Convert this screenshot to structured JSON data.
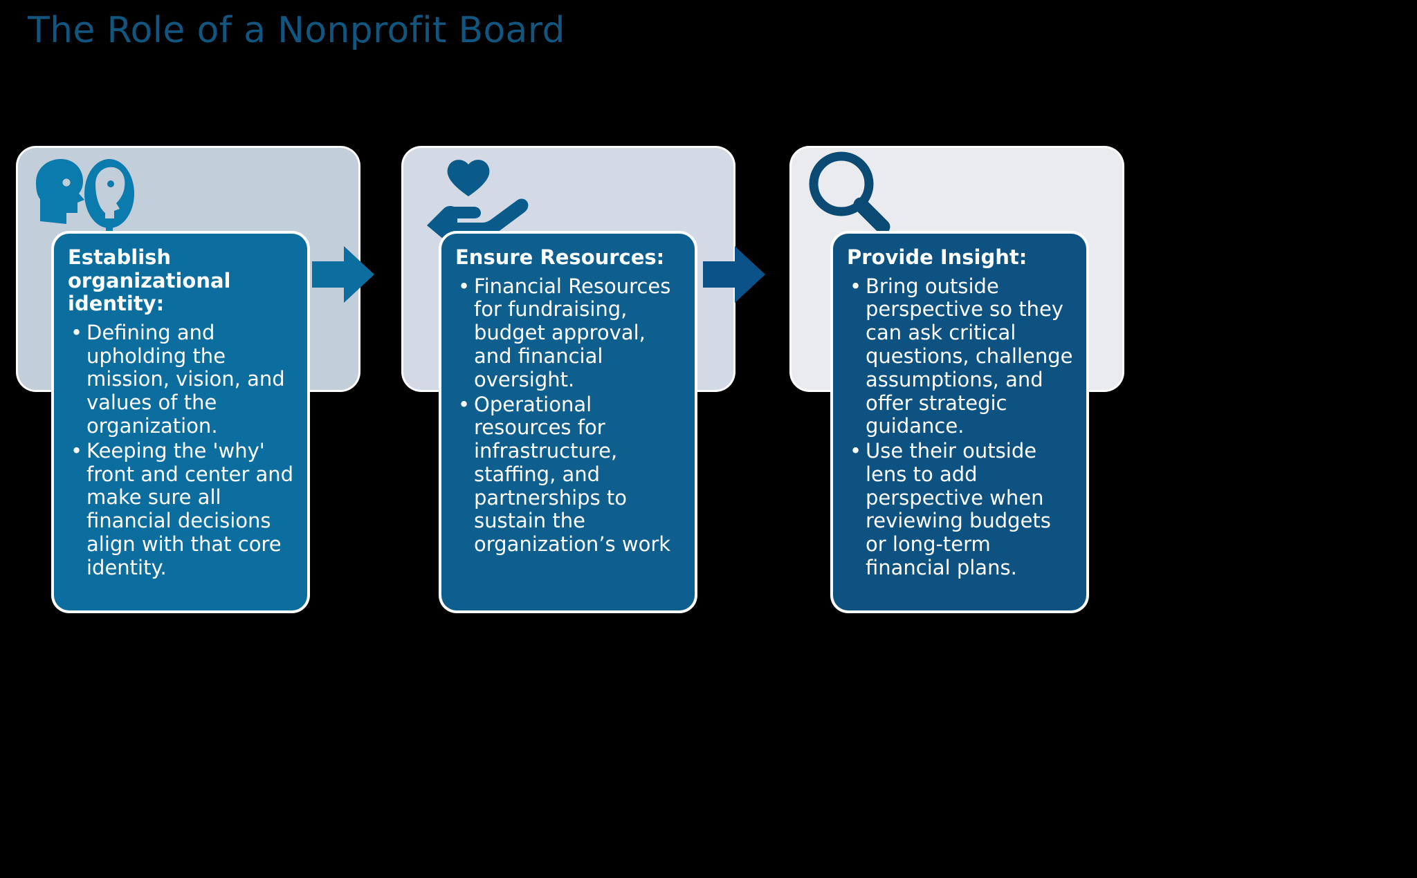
{
  "page": {
    "title": "The Role of a Nonprofit Board",
    "background_color": "#000000",
    "title_color": "#12557f"
  },
  "steps": [
    {
      "id": "establish-identity",
      "icon": "head-mirror-icon",
      "icon_color": "#0b7aad",
      "panel_color": "#c2cfdb",
      "card_color": "#0b6e9e",
      "heading": "Establish organizational identity:",
      "bullets": [
        "Defining and upholding the mission, vision, and values of the organization.",
        "Keeping the 'why' front and center and make sure all financial decisions align with that core identity."
      ]
    },
    {
      "id": "ensure-resources",
      "icon": "hand-holding-heart-icon",
      "icon_color": "#0a5a8a",
      "panel_color": "#d3dae5",
      "card_color": "#0f5f8e",
      "heading": "Ensure Resources:",
      "bullets": [
        "Financial Resources for fundraising, budget approval, and financial oversight.",
        "Operational resources for infrastructure, staffing, and partnerships to sustain the organization’s work"
      ]
    },
    {
      "id": "provide-insight",
      "icon": "magnifying-glass-icon",
      "icon_color": "#0a4a73",
      "panel_color": "#e9ebef",
      "card_color": "#0d5280",
      "heading": "Provide Insight:",
      "bullets": [
        "Bring outside perspective so they can ask critical questions, challenge assumptions, and offer strategic guidance.",
        "Use their outside lens to add perspective when reviewing budgets or long-term financial plans."
      ]
    }
  ],
  "connectors": [
    {
      "id": "arrow-1",
      "icon": "right-arrow-icon",
      "color": "#0b6e9e"
    },
    {
      "id": "arrow-2",
      "icon": "right-arrow-icon",
      "color": "#0a5287"
    }
  ],
  "bullet_glyph": "•"
}
